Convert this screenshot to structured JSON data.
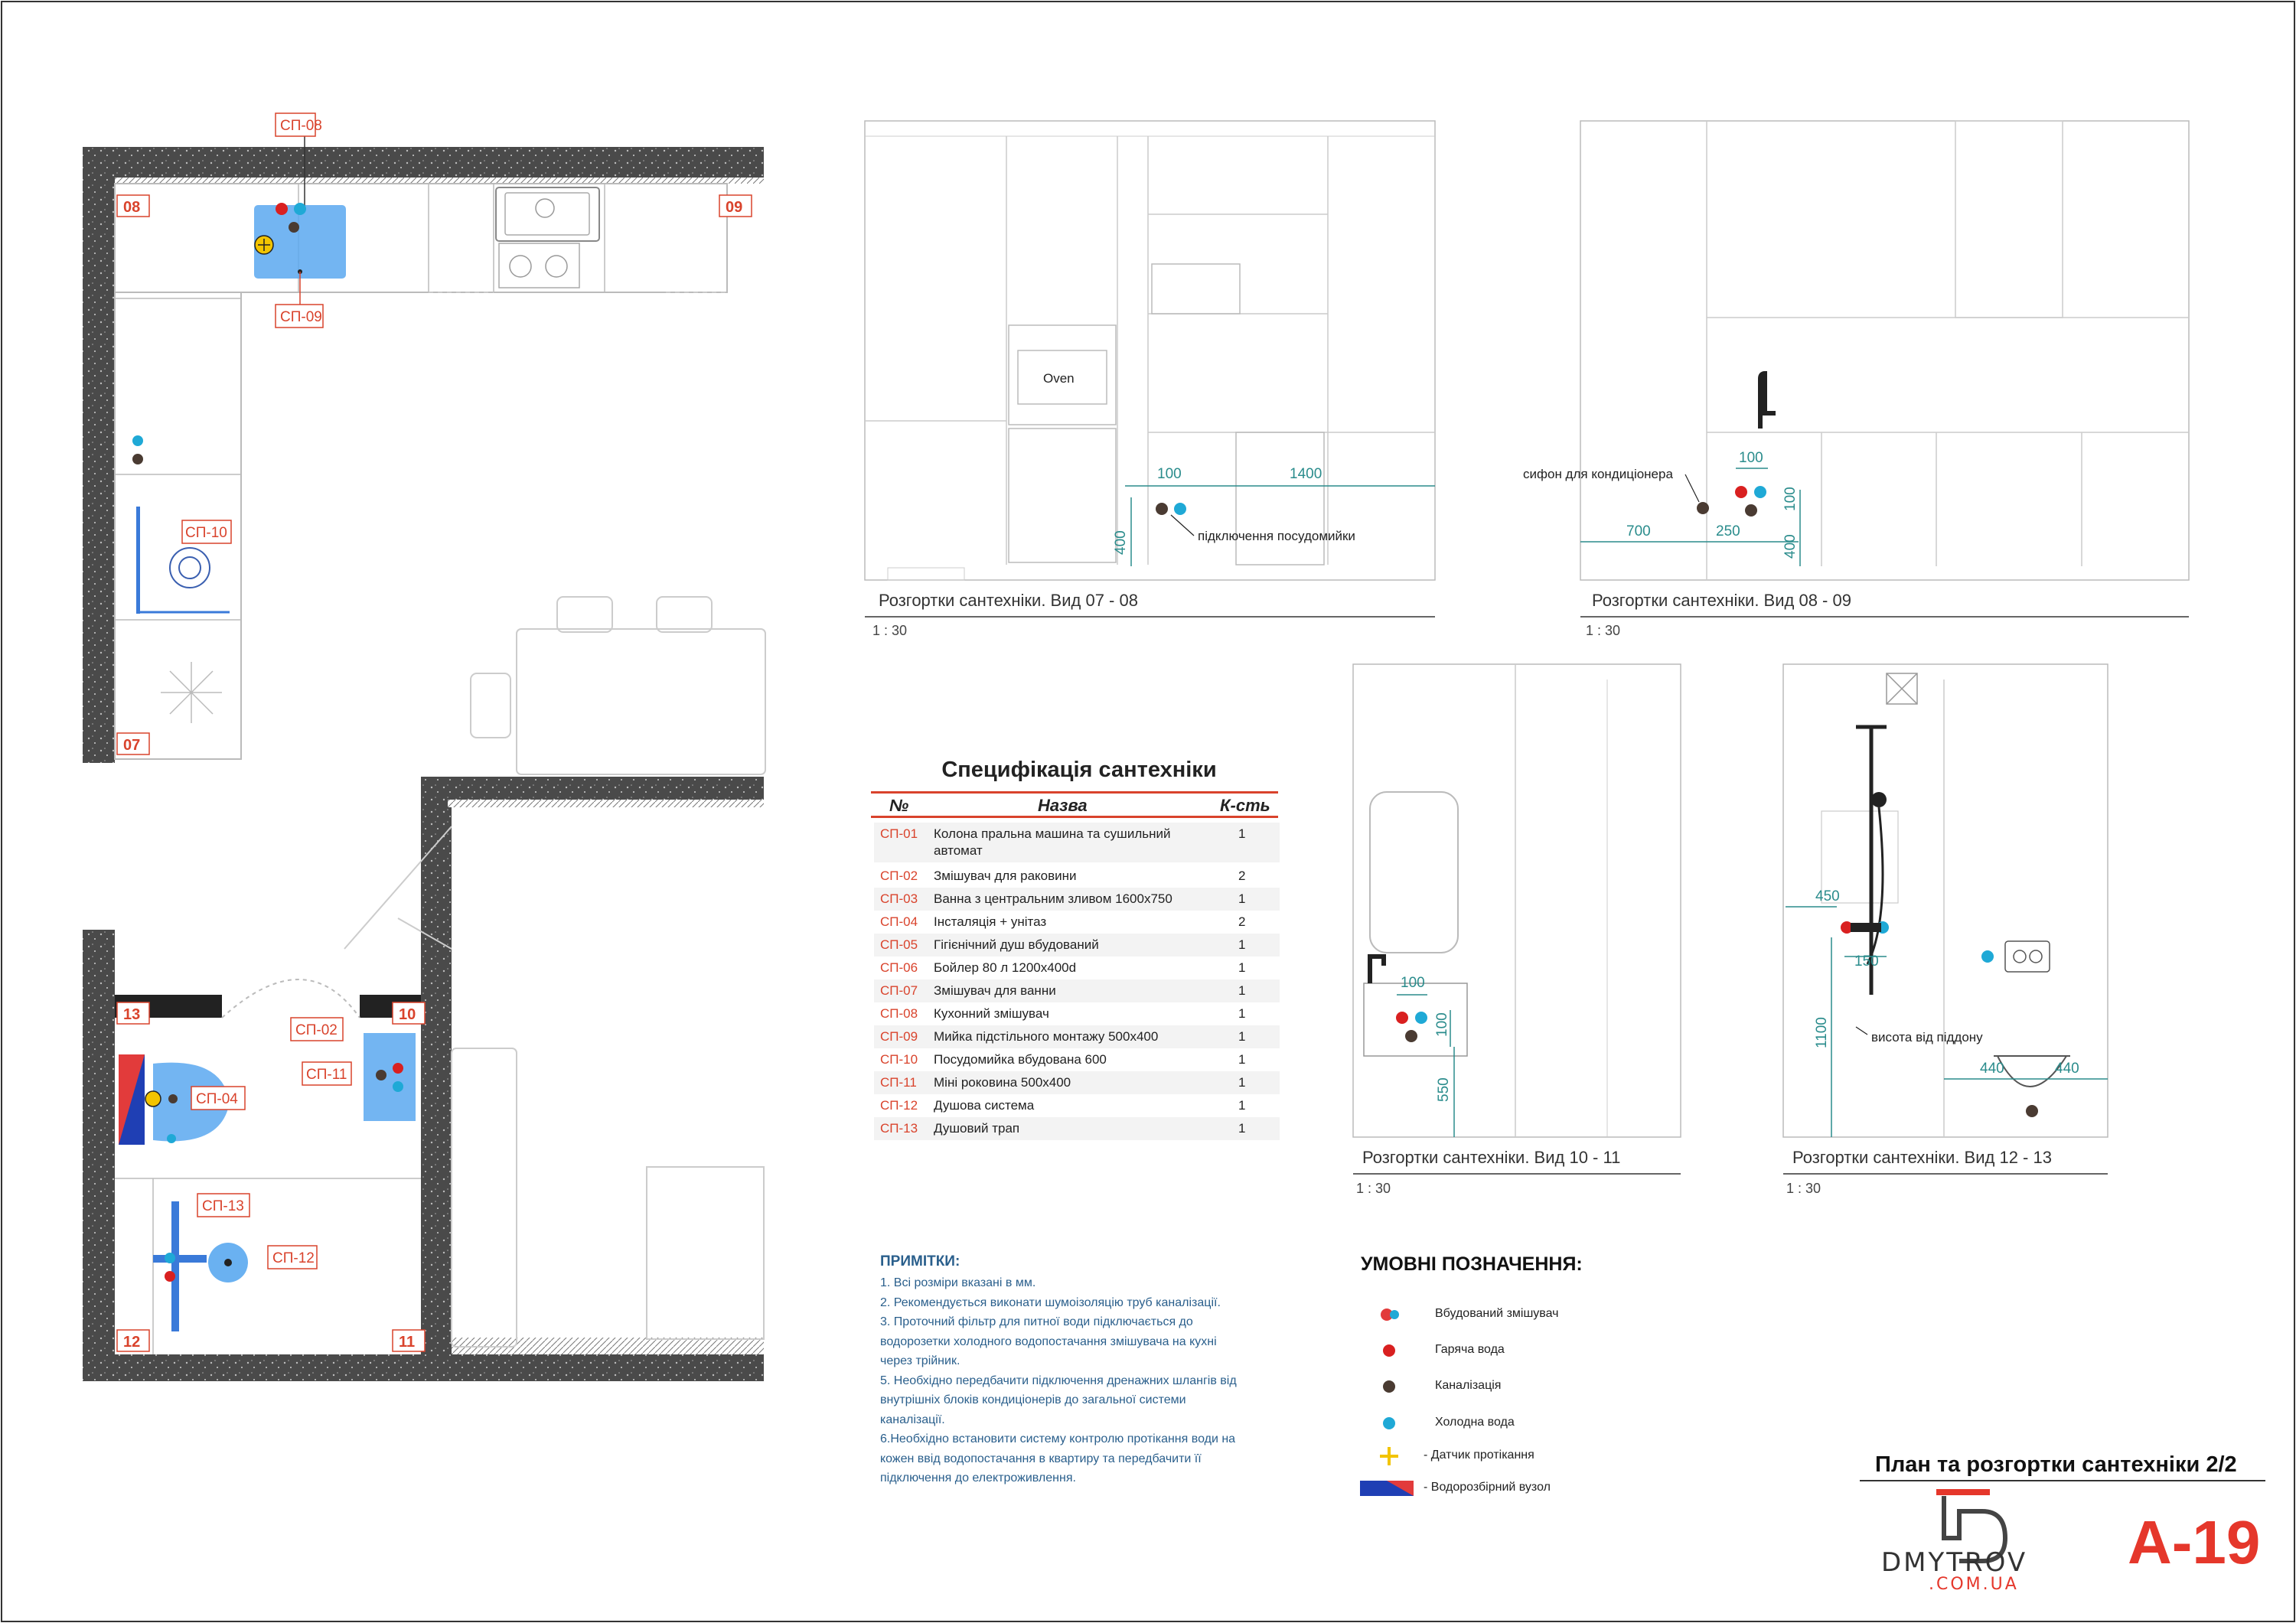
{
  "plan": {
    "tags": {
      "sp08": "СП-08",
      "sp09": "СП-09",
      "sp10": "СП-10",
      "sp02": "СП-02",
      "sp11": "СП-11",
      "sp04": "СП-04",
      "sp13": "СП-13",
      "sp12": "СП-12"
    },
    "corners": {
      "c08": "08",
      "c09": "09",
      "c07": "07",
      "c13": "13",
      "c10": "10",
      "c12": "12",
      "c11": "11"
    }
  },
  "views": {
    "v0708": {
      "caption": "Розгортки сантехніки. Вид 07 - 08",
      "scale": "1 : 30",
      "dims": [
        "100",
        "1400",
        "400"
      ],
      "annot": "підключення посудомийки",
      "oven": "Oven"
    },
    "v0809": {
      "caption": "Розгортки сантехніки. Вид 08 - 09",
      "scale": "1 : 30",
      "dims": [
        "100",
        "700",
        "250",
        "100",
        "400"
      ],
      "annot": "сифон для кондиціонера"
    },
    "v1011": {
      "caption": "Розгортки сантехніки. Вид 10 - 11",
      "scale": "1 : 30",
      "dims": [
        "100",
        "100",
        "550"
      ]
    },
    "v1213": {
      "caption": "Розгортки сантехніки. Вид 12 - 13",
      "scale": "1 : 30",
      "dims": [
        "450",
        "150",
        "1100",
        "440",
        "440"
      ],
      "annot": "висота від піддону"
    }
  },
  "spec": {
    "title": "Специфікація сантехніки",
    "headers": {
      "num": "№",
      "name": "Назва",
      "qty": "К-сть"
    },
    "rows": [
      {
        "code": "СП-01",
        "name": "Колона пральна машина та сушильний автомат",
        "qty": "1"
      },
      {
        "code": "СП-02",
        "name": "Змішувач для раковини",
        "qty": "2"
      },
      {
        "code": "СП-03",
        "name": "Ванна з центральним зливом 1600x750",
        "qty": "1"
      },
      {
        "code": "СП-04",
        "name": "Інсталяція + унітаз",
        "qty": "2"
      },
      {
        "code": "СП-05",
        "name": "Гігієнічний душ вбудований",
        "qty": "1"
      },
      {
        "code": "СП-06",
        "name": "Бойлер 80 л 1200x400d",
        "qty": "1"
      },
      {
        "code": "СП-07",
        "name": "Змішувач для ванни",
        "qty": "1"
      },
      {
        "code": "СП-08",
        "name": "Кухонний змішувач",
        "qty": "1"
      },
      {
        "code": "СП-09",
        "name": "Мийка підстільного монтажу 500x400",
        "qty": "1"
      },
      {
        "code": "СП-10",
        "name": "Посудомийка вбудована 600",
        "qty": "1"
      },
      {
        "code": "СП-11",
        "name": "Міні роковина 500x400",
        "qty": "1"
      },
      {
        "code": "СП-12",
        "name": "Душова система",
        "qty": "1"
      },
      {
        "code": "СП-13",
        "name": "Душовий трап",
        "qty": "1"
      }
    ]
  },
  "notes": {
    "title": "ПРИМІТКИ:",
    "lines": [
      "1. Всі розміри вказані в мм.",
      "2. Рекомендується виконати шумоізоляцію труб каналізації.",
      "3. Проточний фільтр для питної води підключається до",
      "водорозетки холодного водопостачання змішувача на кухні",
      "через трійник.",
      "5. Необхідно передбачити підключення дренажних шлангів від",
      "внутрішніх блоків кондиціонерів до загальної системи",
      "каналізації.",
      "6.Необхідно встановити систему контролю протікання води на",
      "кожен ввід водопостачання в квартиру та передбачити її",
      "підключення до електроживлення."
    ]
  },
  "legend": {
    "title": "УМОВНІ ПОЗНАЧЕННЯ:",
    "items": [
      {
        "label": "Вбудований змішувач",
        "color": "#e23b3b"
      },
      {
        "label": "Гаряча вода",
        "color": "#d92020"
      },
      {
        "label": "Каналізація",
        "color": "#4a3b32"
      },
      {
        "label": "Холодна вода",
        "color": "#1fa9d6"
      },
      {
        "label": "- Датчик протікання",
        "color": "#f2c400"
      },
      {
        "label": "- Водорозбірний вузол",
        "color": "#1f3fb4"
      }
    ]
  },
  "title_block": {
    "title": "План та розгортки сантехніки 2/2",
    "sheet": "А-19",
    "logo": "DMYTROV",
    "logo_sub": ".COM.UA"
  },
  "colors": {
    "accent": "#d9432c",
    "hot": "#d92020",
    "cold": "#1fa9d6",
    "drain": "#4a3b32",
    "sensor": "#f2c400",
    "fixture": "#5aa8f0"
  }
}
